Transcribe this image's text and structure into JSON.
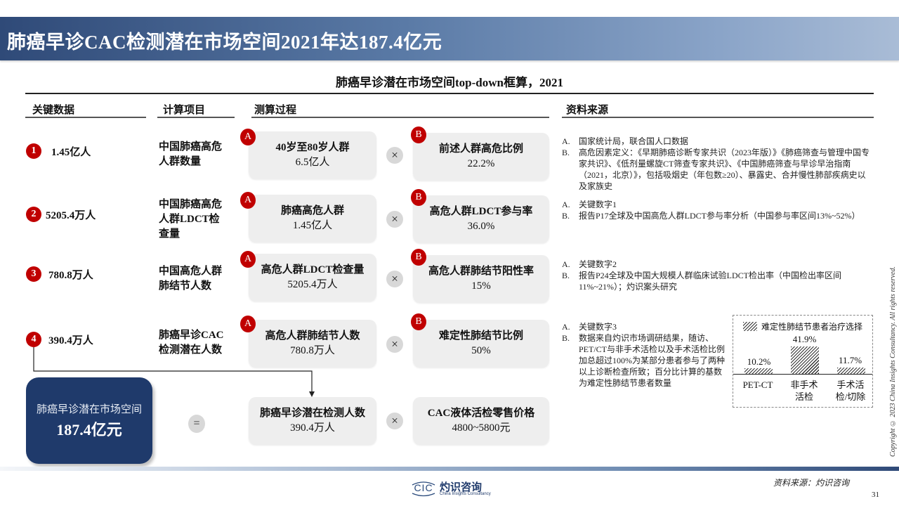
{
  "header": {
    "title": "肺癌早诊CAC检测潜在市场空间2021年达187.4亿元"
  },
  "subtitle": "肺癌早诊潜在市场空间top-down框算，2021",
  "columns": {
    "key_data": "关键数据",
    "calc_item": "计算项目",
    "process": "测算过程",
    "sources": "资料来源"
  },
  "rows": [
    {
      "num": "1",
      "key_value": "1.45亿人",
      "calc_item": "中国肺癌高危人群数量",
      "a_badge": "A",
      "a_title": "40岁至80岁人群",
      "a_value": "6.5亿人",
      "op": "×",
      "b_badge": "B",
      "b_title": "前述人群高危比例",
      "b_value": "22.2%",
      "sources": [
        {
          "label": "A.",
          "text": "国家统计局，联合国人口数据"
        },
        {
          "label": "B.",
          "text": "高危因素定义：《早期肺癌诊断专家共识（2023年版）》《肺癌筛查与管理中国专家共识》、《低剂量螺旋CT筛查专家共识》、《中国肺癌筛查与早诊早治指南（2021，北京）》，包括吸烟史（年包数≥20）、暴露史、合并慢性肺部疾病史以及家族史"
        }
      ]
    },
    {
      "num": "2",
      "key_value": "5205.4万人",
      "calc_item": "中国肺癌高危人群LDCT检查量",
      "a_badge": "A",
      "a_title": "肺癌高危人群",
      "a_value": "1.45亿人",
      "op": "×",
      "b_badge": "B",
      "b_title": "高危人群LDCT参与率",
      "b_value": "36.0%",
      "sources": [
        {
          "label": "A.",
          "text": "关键数字1"
        },
        {
          "label": "B.",
          "text": "报告P17全球及中国高危人群LDCT参与率分析（中国参与率区间13%~52%）"
        }
      ]
    },
    {
      "num": "3",
      "key_value": "780.8万人",
      "calc_item": "中国高危人群肺结节人数",
      "a_badge": "A",
      "a_title": "高危人群LDCT检查量",
      "a_value": "5205.4万人",
      "op": "×",
      "b_badge": "B",
      "b_title": "高危人群肺结节阳性率",
      "b_value": "15%",
      "sources": [
        {
          "label": "A.",
          "text": "关键数字2"
        },
        {
          "label": "B.",
          "text": "报告P24全球及中国大规模人群临床试验LDCT检出率（中国检出率区间11%~21%）；灼识案头研究"
        }
      ]
    },
    {
      "num": "4",
      "key_value": "390.4万人",
      "calc_item": "肺癌早诊CAC检测潜在人数",
      "a_badge": "A",
      "a_title": "高危人群肺结节人数",
      "a_value": "780.8万人",
      "op": "×",
      "b_badge": "B",
      "b_title": "难定性肺结节比例",
      "b_value": "50%",
      "sources": [
        {
          "label": "A.",
          "text": "关键数字3"
        },
        {
          "label": "B.",
          "text": "数据来自灼识市场调研结果，随访、PET/CT与非手术活检以及手术活检比例加总超过100%为某部分患者参与了两种以上诊断检查所致；百分比计算的基数为难定性肺结节患者数量"
        }
      ]
    }
  ],
  "result": {
    "label": "肺癌早诊潜在市场空间",
    "value": "187.4亿元",
    "equals": "=",
    "a_title": "肺癌早诊潜在检测人数",
    "a_value": "390.4万人",
    "op": "×",
    "b_title": "CAC液体活检零售价格",
    "b_value": "4800~5800元"
  },
  "chart_data": {
    "type": "bar",
    "title": "难定性肺结节患者治疗选择",
    "legend": [
      "难定性肺结节患者治疗选择"
    ],
    "categories": [
      "PET-CT",
      "非手术活检",
      "手术活检/切除"
    ],
    "category_lines": [
      [
        "PET-CT"
      ],
      [
        "非手术",
        "活检"
      ],
      [
        "手术活",
        "检/切除"
      ]
    ],
    "values": [
      10.2,
      41.9,
      11.7
    ],
    "value_labels": [
      "10.2%",
      "41.9%",
      "11.7%"
    ],
    "xlabel": "",
    "ylabel": "",
    "ylim": [
      0,
      45
    ],
    "grid": false,
    "legend_position": "top"
  },
  "footer": {
    "source": "资料来源：灼识咨询",
    "page": "31",
    "logo_abbr": "CIC",
    "logo_cn": "灼识咨询",
    "logo_en": "China Insights Consultancy",
    "copyright": "Copyright © 2023 China Insights Consultancy. All rights reserved."
  },
  "colors": {
    "accent_red": "#c00000",
    "navy": "#1f3a6b",
    "box_grey": "#eeeeee"
  }
}
